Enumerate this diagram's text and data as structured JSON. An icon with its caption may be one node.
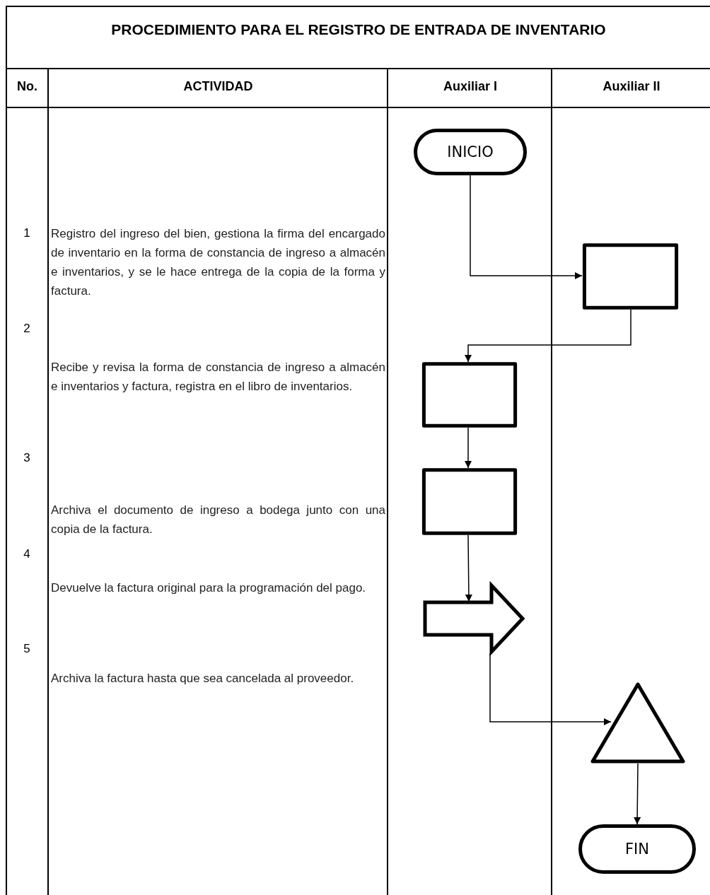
{
  "diagram": {
    "title": "PROCEDIMIENTO PARA EL REGISTRO DE ENTRADA DE INVENTARIO",
    "nodes": [
      {
        "text": [
          "INICIO"
        ]
      },
      {
        "text": [],
        "shape": "box"
      },
      {
        "text": [],
        "shape": "box"
      },
      {
        "text": [],
        "shape": "box"
      },
      {
        "text": [],
        "shape": "arrow"
      },
      {
        "text": [],
        "shape": "triangle"
      },
      {
        "text": [
          "FIN"
        ]
      }
    ],
    "edges": [
      {
        "from": 0,
        "to": 1,
        "arrow": "to"
      },
      {
        "from": 1,
        "to": 2,
        "arrow": "to"
      },
      {
        "from": 2,
        "to": 3,
        "arrow": "to"
      },
      {
        "from": 3,
        "to": 4,
        "arrow": "to"
      },
      {
        "from": 4,
        "to": 5,
        "arrow": "to"
      },
      {
        "from": 5,
        "to": 6,
        "arrow": "to"
      }
    ],
    "labels": [
      "No.",
      "ACTIVIDAD",
      "Auxiliar I",
      "Auxiliar II",
      "1",
      "Registro del ingreso del bien, gestiona la firma del encargado de inventario en la forma de constancia de ingreso a almacén e inventarios, y se le hace entrega de la copia de la forma y factura.",
      "2",
      "Recibe y revisa la forma de constancia de ingreso a almacén e inventarios y factura, registra en el libro de inventarios.",
      "3",
      "Archiva el documento de ingreso a bodega junto con una copia de la factura.",
      "4",
      "Devuelve la factura original para la programación del pago.",
      "5",
      "Archiva la factura hasta que sea cancelada al proveedor."
    ]
  }
}
